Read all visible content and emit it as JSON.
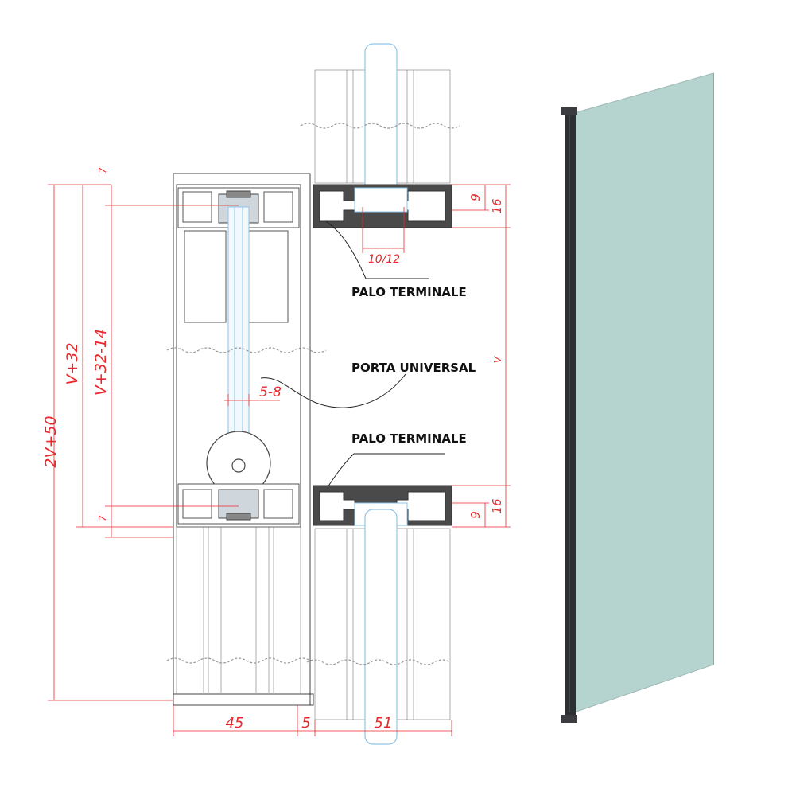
{
  "labels": {
    "palo_terminale_top": "PALO TERMINALE",
    "porta_universal": "PORTA UNIVERSAL",
    "palo_terminale_bottom": "PALO TERMINALE"
  },
  "dimensions": {
    "total_height": "2V+50",
    "v_plus_32": "V+32",
    "v_plus_32_minus_14": "V+32-14",
    "offset_top": "7",
    "offset_bottom": "7",
    "glass_gap": "5-8",
    "width_left": "45",
    "gap": "5",
    "width_right": "51",
    "profile_slot": "10/12",
    "v": "V",
    "nine_top": "9",
    "sixteen_top": "16",
    "nine_bottom": "9",
    "sixteen_bottom": "16"
  },
  "colors": {
    "dimension": "#e8282b",
    "profile_dark": "#4a4a4a",
    "glass_panel": "#b5d3cf",
    "glass_edge": "#8fc4e6",
    "frame_dark": "#2d2f33"
  }
}
